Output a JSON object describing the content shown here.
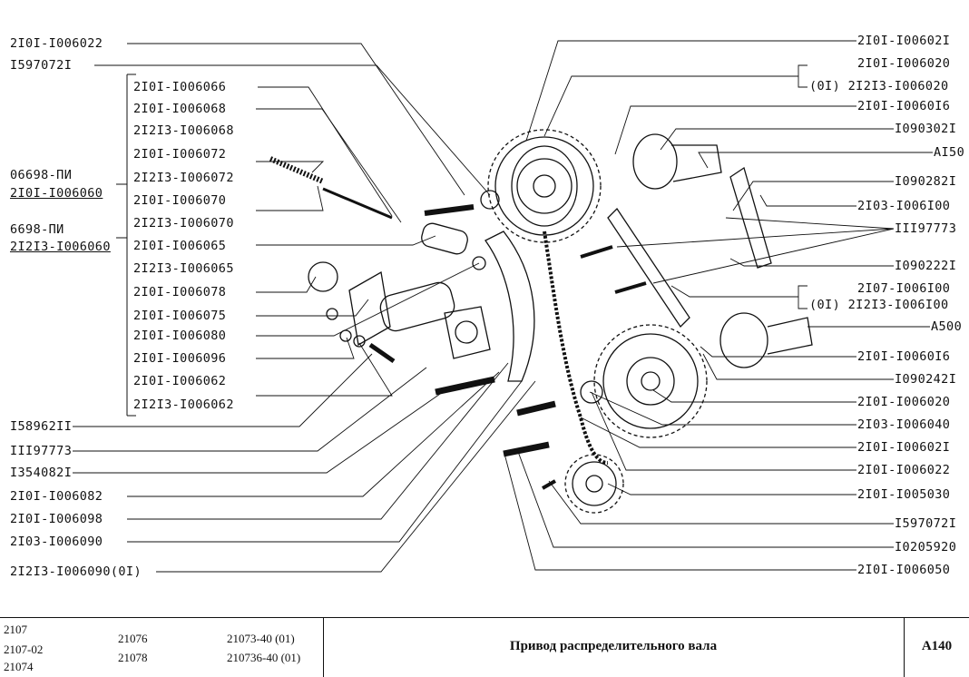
{
  "left_labels": [
    "2I0I-I006022",
    "I597072I",
    "2I0I-I006066",
    "2I0I-I006068",
    "2I2I3-I006068",
    "2I0I-I006072",
    "2I2I3-I006072",
    "2I0I-I006070",
    "2I2I3-I006070",
    "2I0I-I006065",
    "2I2I3-I006065",
    "2I0I-I006078",
    "2I0I-I006075",
    "2I0I-I006080",
    "2I0I-I006096",
    "2I0I-I006062",
    "2I2I3-I006062",
    "I58962II",
    "III97773",
    "I354082I",
    "2I0I-I006082",
    "2I0I-I006098",
    "2I03-I006090",
    "2I2I3-I006090(0I)"
  ],
  "side_labels": [
    "06698-ПИ",
    "2I0I-I006060",
    "6698-ПИ",
    "2I2I3-I006060"
  ],
  "right_labels": [
    "2I0I-I00602I",
    "2I0I-I006020",
    "(0I) 2I2I3-I006020",
    "2I0I-I0060I6",
    "I090302I",
    "AI50",
    "I090282I",
    "2I03-I006I00",
    "III97773",
    "I090222I",
    "2I07-I006I00",
    "(0I) 2I2I3-I006I00",
    "A500",
    "2I0I-I0060I6",
    "I090242I",
    "2I0I-I006020",
    "2I03-I006040",
    "2I0I-I00602I",
    "2I0I-I006022",
    "2I0I-I005030",
    "I597072I",
    "I0205920",
    "2I0I-I006050"
  ],
  "footer": {
    "models_col1": [
      "2107",
      "2107-02",
      "21074"
    ],
    "models_col2": [
      "21076",
      "21078"
    ],
    "models_col3": [
      "21073-40 (01)",
      "210736-40 (01)"
    ],
    "title": "Привод распределительного вала",
    "sheet": "A140"
  }
}
